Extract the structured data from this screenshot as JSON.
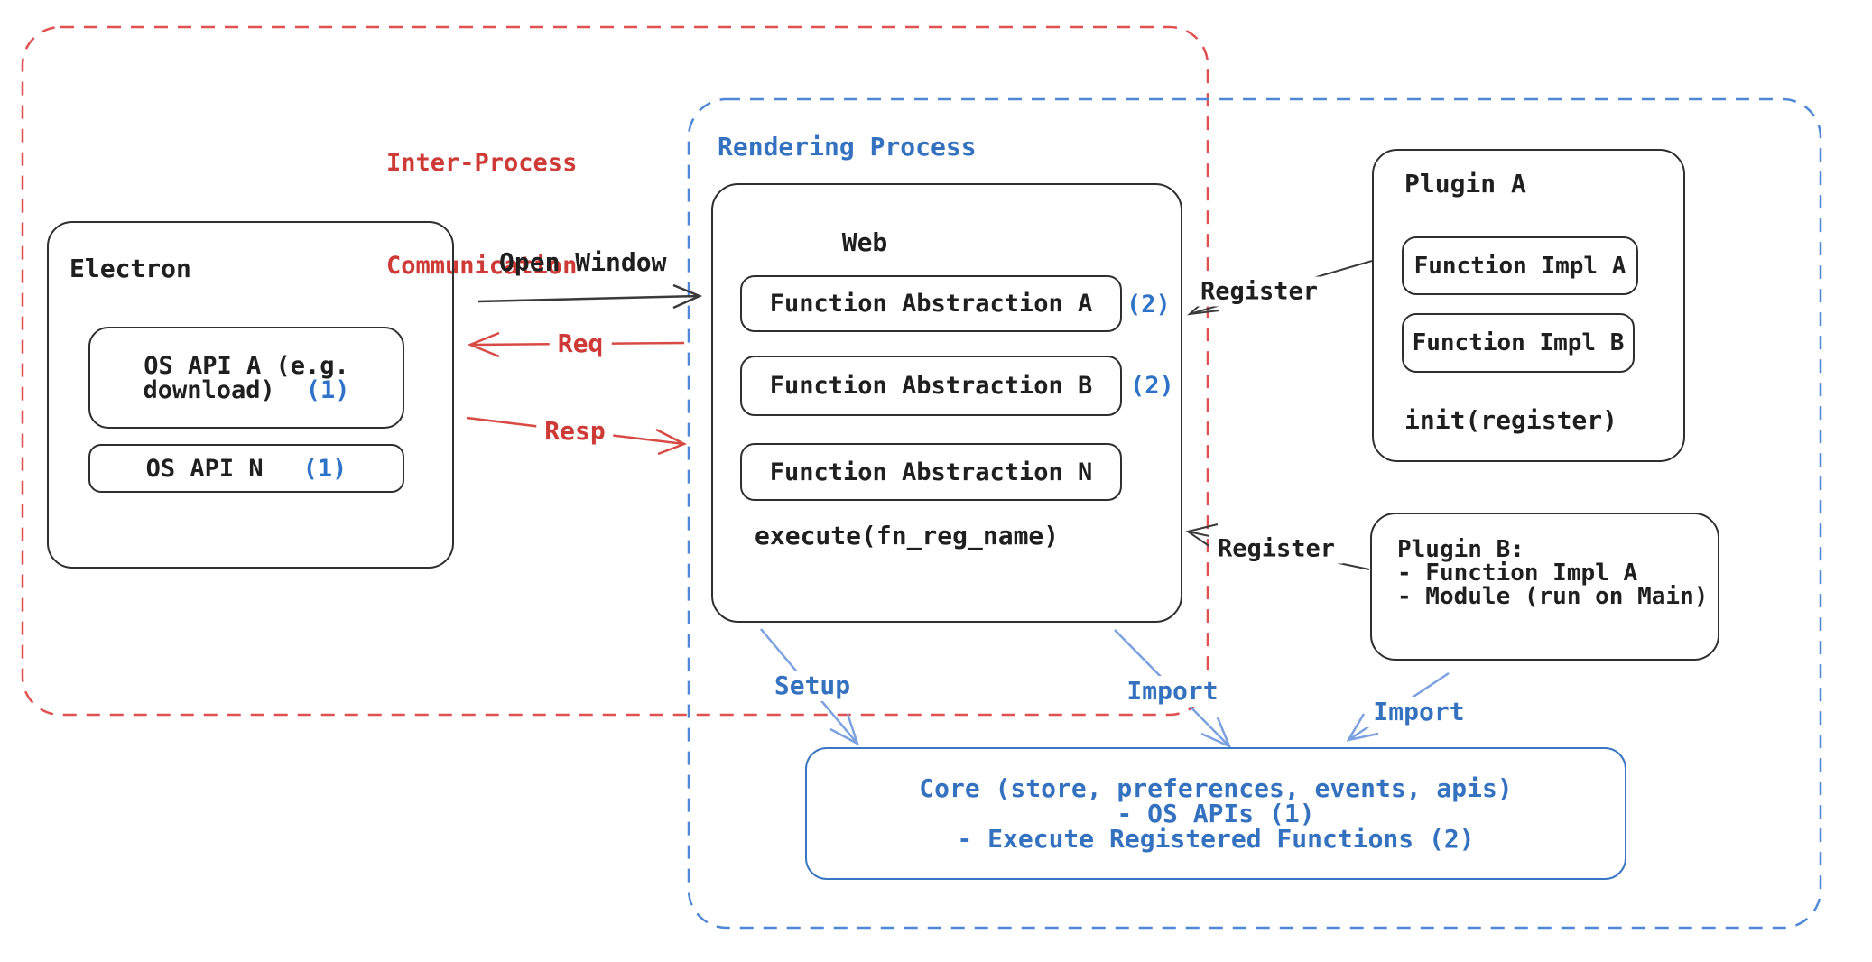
{
  "diagram": {
    "regions": {
      "ipc": {
        "label_line1": "Inter-Process",
        "label_line2": "Communication"
      },
      "rendering": {
        "label": "Rendering Process"
      }
    },
    "electron": {
      "title": "Electron",
      "api_a_line1": "OS API A (e.g.",
      "api_a_line2": "download)",
      "api_a_badge": "(1)",
      "api_n_label": "OS API N",
      "api_n_badge": "(1)"
    },
    "web": {
      "title": "Web",
      "fn_a": "Function Abstraction A",
      "fn_a_badge": "(2)",
      "fn_b": "Function Abstraction B",
      "fn_b_badge": "(2)",
      "fn_n": "Function Abstraction N",
      "execute_label": "execute(fn_reg_name)"
    },
    "plugin_a": {
      "title": "Plugin A",
      "impl_a": "Function Impl A",
      "impl_b": "Function Impl B",
      "init_label": "init(register)"
    },
    "plugin_b": {
      "title": "Plugin B:",
      "item1": "- Function Impl A",
      "item2": "- Module (run on Main)"
    },
    "core": {
      "line1": "Core (store, preferences, events, apis)",
      "line2": "- OS APIs (1)",
      "line3": "- Execute Registered Functions (2)"
    },
    "arrows": {
      "open_window": "Open Window",
      "req": "Req",
      "resp": "Resp",
      "register_a": "Register",
      "register_b": "Register",
      "setup": "Setup",
      "import_core": "Import",
      "import_plugin": "Import"
    },
    "colors": {
      "red_text": "#ce3a36",
      "red_dash": "#e05050",
      "red_arrow": "#d84b44",
      "blue_text": "#3472c0",
      "blue_dash": "#4f88d8",
      "blue_arrow_light": "#7ba1e0",
      "badge_blue": "#2e73c8",
      "ink_black": "#2f2f2f"
    }
  }
}
